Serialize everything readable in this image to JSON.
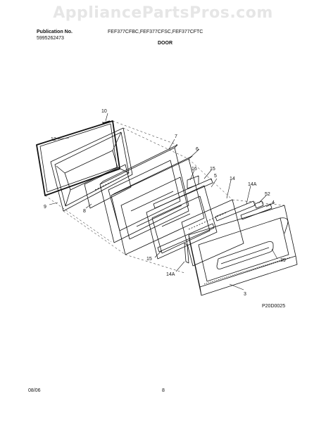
{
  "watermark": "AppliancePartsPros.com",
  "header": {
    "publication_label": "Publication No.",
    "publication_number": "5995262473",
    "models": "FEF377CFBC,FEF377CFSC,FEF377CFTC",
    "section": "DOOR"
  },
  "diagram": {
    "part_labels": [
      "10",
      "12",
      "7",
      "6",
      "16",
      "15",
      "5",
      "14",
      "14A",
      "52",
      "4",
      "9",
      "8",
      "15",
      "14A",
      "39",
      "3"
    ],
    "figure_code": "P20D0025"
  },
  "footer": {
    "date": "08/06",
    "page": "8"
  }
}
